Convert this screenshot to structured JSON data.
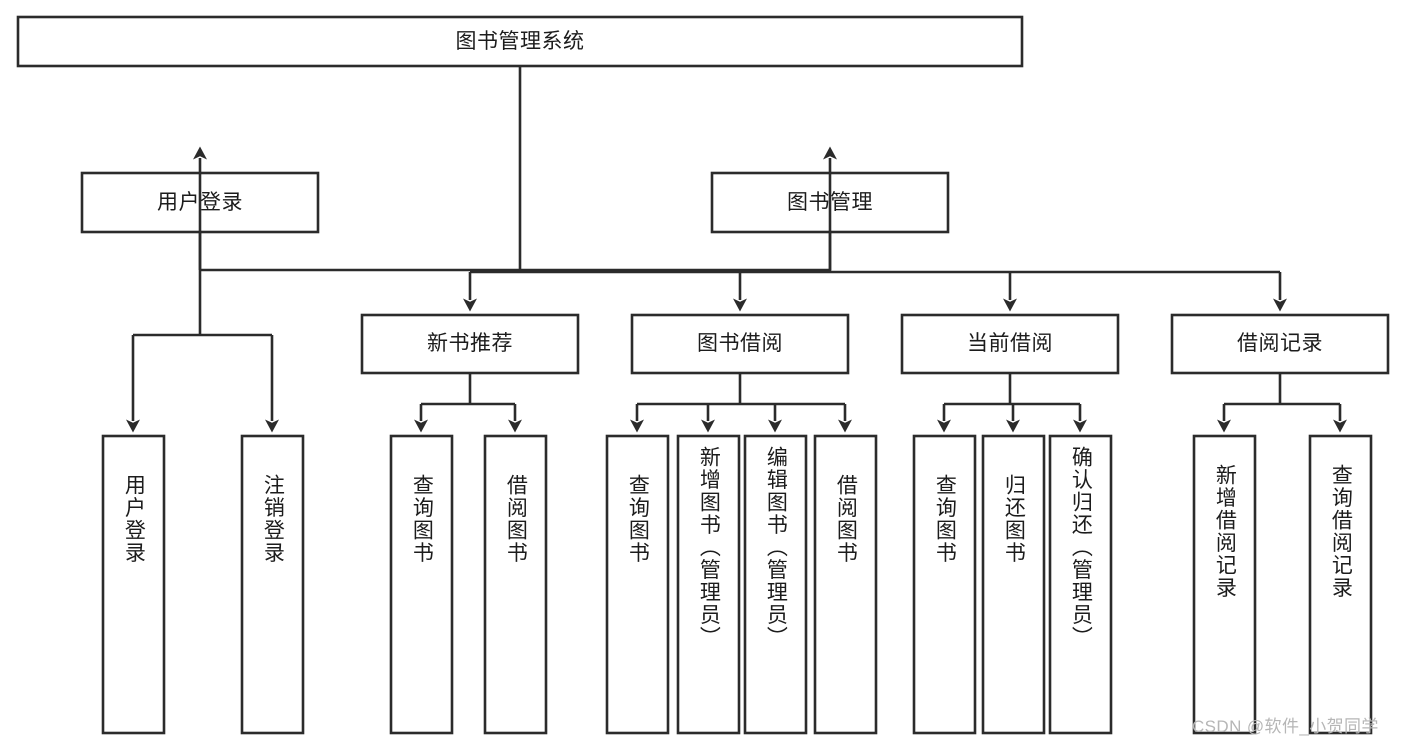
{
  "diagram": {
    "type": "tree-hierarchy-chart",
    "title": "图书管理系统",
    "root": {
      "label": "图书管理系统",
      "orientation": "horizontal"
    },
    "level1": [
      {
        "label": "用户登录",
        "orientation": "horizontal"
      },
      {
        "label": "图书管理",
        "orientation": "horizontal"
      }
    ],
    "level2": [
      {
        "label": "新书推荐",
        "orientation": "horizontal",
        "parent": "图书管理"
      },
      {
        "label": "图书借阅",
        "orientation": "horizontal",
        "parent": "图书管理"
      },
      {
        "label": "当前借阅",
        "orientation": "horizontal",
        "parent": "图书管理"
      },
      {
        "label": "借阅记录",
        "orientation": "horizontal",
        "parent": "图书管理"
      }
    ],
    "leaves": {
      "user_login": [
        {
          "label": "用户登录",
          "orientation": "vertical"
        },
        {
          "label": "注销登录",
          "orientation": "vertical"
        }
      ],
      "new_book_recommend": [
        {
          "label": "查询图书",
          "orientation": "vertical"
        },
        {
          "label": "借阅图书",
          "orientation": "vertical"
        }
      ],
      "book_borrow": [
        {
          "label": "查询图书",
          "orientation": "vertical"
        },
        {
          "label": "新增图书（管理员）",
          "orientation": "vertical"
        },
        {
          "label": "编辑图书（管理员）",
          "orientation": "vertical"
        },
        {
          "label": "借阅图书",
          "orientation": "vertical"
        }
      ],
      "current_borrow": [
        {
          "label": "查询图书",
          "orientation": "vertical"
        },
        {
          "label": "归还图书",
          "orientation": "vertical"
        },
        {
          "label": "确认归还（管理员）",
          "orientation": "vertical"
        }
      ],
      "borrow_record": [
        {
          "label": "新增借阅记录",
          "orientation": "vertical"
        },
        {
          "label": "查询借阅记录",
          "orientation": "vertical"
        }
      ]
    }
  },
  "watermark": {
    "text": "CSDN @软件_小贺同学"
  },
  "colors": {
    "stroke": "#2b2b2b",
    "box_fill": "#ffffff",
    "text": "#1c1c1c",
    "background": "#ffffff",
    "watermark_text": "#b6b6b6"
  }
}
